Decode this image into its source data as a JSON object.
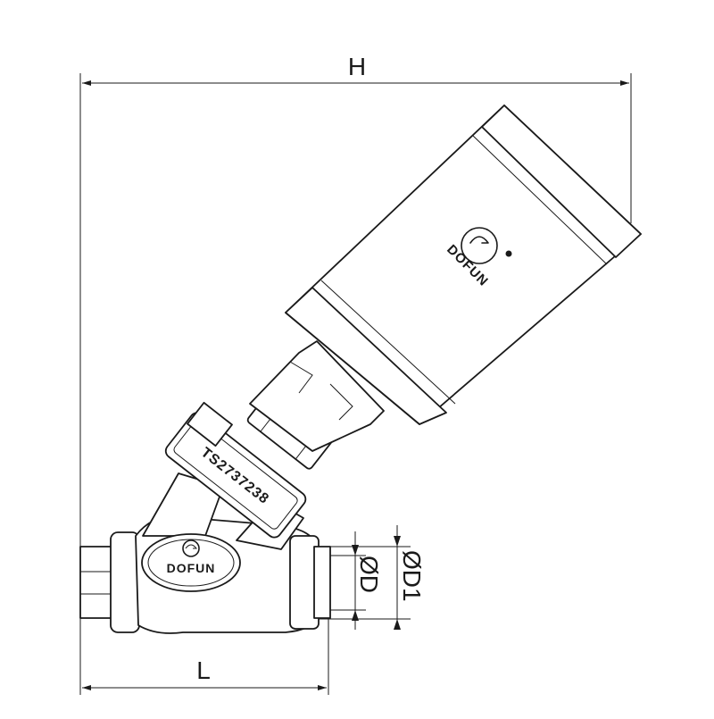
{
  "drawing": {
    "dimensions": {
      "height_label": "H",
      "length_label": "L",
      "bore_label": "ØD",
      "outer_bore_label": "ØD1"
    },
    "actuator": {
      "brand": "DOFUN"
    },
    "valve_body": {
      "brand": "DOFUN",
      "certificate": "TS2737238"
    },
    "colors": {
      "line": "#1a1a1a",
      "fill": "#ffffff"
    }
  }
}
